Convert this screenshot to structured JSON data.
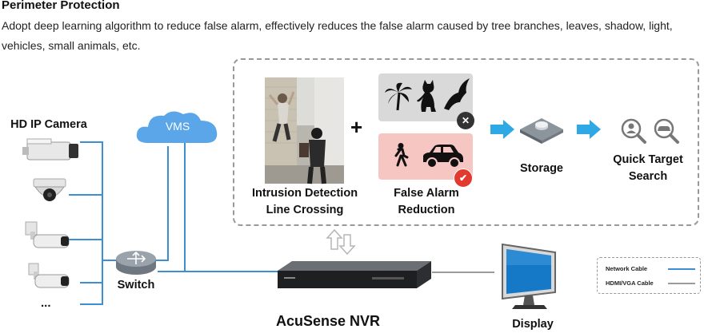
{
  "header": {
    "title": "Perimeter Protection",
    "description": "Adopt deep learning algorithm to reduce false alarm, effectively reduces the false alarm caused by tree branches, leaves, shadow, light, vehicles, small animals, etc."
  },
  "left": {
    "camera_label": "HD IP Camera",
    "ellipsis": "...",
    "switch_label": "Switch",
    "vms_label": "VMS"
  },
  "features": {
    "intrusion_label_line1": "Intrusion Detection",
    "intrusion_label_line2": "Line Crossing",
    "plus": "+",
    "false_alarm_label_line1": "False Alarm",
    "false_alarm_label_line2": "Reduction",
    "reject_mark": "✕",
    "accept_mark": "✔",
    "storage_label": "Storage",
    "search_label_line1": "Quick Target",
    "search_label_line2": "Search"
  },
  "bottom": {
    "nvr_label": "AcuSense NVR",
    "display_label": "Display"
  },
  "legend": {
    "network_cable": "Network Cable",
    "hdmi_vga_cable": "HDMI/VGA Cable"
  },
  "colors": {
    "network_line": "#3d8fd4",
    "hdmi_line": "#9a9a9a",
    "arrow": "#2fa8e6",
    "cloud": "#5aa6e8",
    "reject_panel": "#d9d9d9",
    "accept_panel": "#f6c6c3",
    "accept_badge": "#e23a2e",
    "reject_badge": "#333333"
  }
}
